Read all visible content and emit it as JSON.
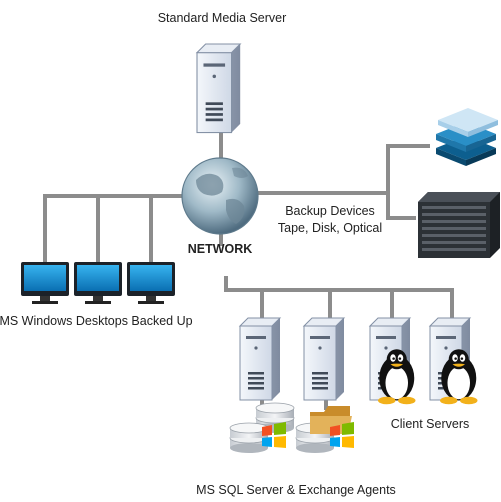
{
  "labels": {
    "media_server": "Standard Media Server",
    "network": "NETWORK",
    "backup_title": "Backup Devices",
    "backup_types": "Tape, Disk, Optical",
    "desktops": "MS Windows Desktops Backed Up",
    "client_servers": "Client Servers",
    "sql_exchange": "MS SQL Server & Exchange Agents"
  },
  "colors": {
    "connector": "#8c8c8c",
    "server_body": "#dde4ee",
    "server_side": "#9aa6b8",
    "monitor": "#0b8fd0",
    "backup_blue": "#2a8fc7",
    "tape_library": "#2a2e33",
    "folder": "#d9a441"
  }
}
